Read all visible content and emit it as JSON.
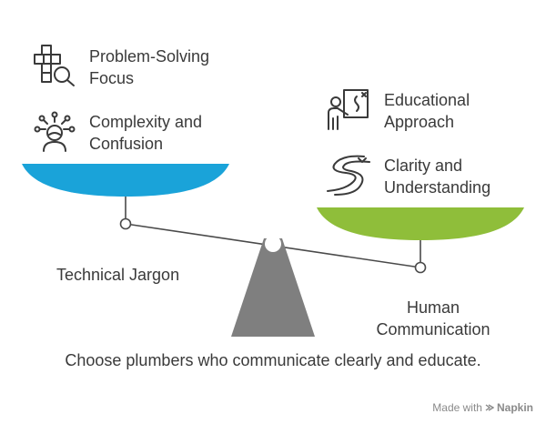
{
  "left": {
    "items": [
      {
        "label_line1": "Problem-Solving",
        "label_line2": "Focus",
        "icon": "puzzle-magnifier-icon"
      },
      {
        "label_line1": "Complexity and",
        "label_line2": "Confusion",
        "icon": "confused-person-icon"
      }
    ],
    "label": "Technical Jargon",
    "color": "#1aa3d9"
  },
  "right": {
    "items": [
      {
        "label_line1": "Educational",
        "label_line2": "Approach",
        "icon": "teacher-board-icon"
      },
      {
        "label_line1": "Clarity and",
        "label_line2": "Understanding",
        "icon": "winding-road-icon"
      }
    ],
    "label_line1": "Human",
    "label_line2": "Communication",
    "color": "#8fbe3a"
  },
  "caption": "Choose plumbers who communicate clearly and educate.",
  "footer": {
    "prefix": "Made with",
    "brand": "Napkin"
  },
  "colors": {
    "fulcrum": "#7f7f7f",
    "beam": "#4a4a4a",
    "icon": "#3a3a3a"
  }
}
